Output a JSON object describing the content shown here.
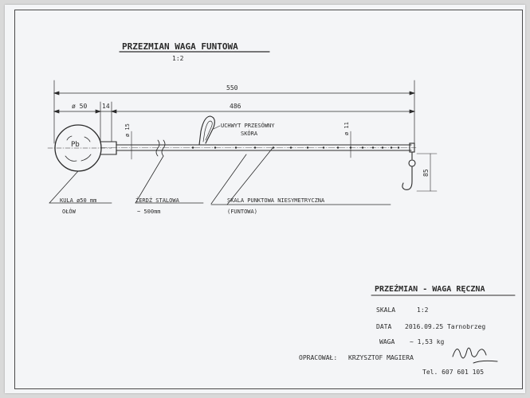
{
  "drawing": {
    "title": "PRZEZMIAN  WAGA FUNTOWA",
    "scale_main": "1:2",
    "dim_total": "550",
    "dim_ball_dia": "ø 50",
    "dim_gap": "14",
    "dim_rod": "486",
    "dim_rod_dia": "ø 15",
    "dim_rod_dia_end": "ø 11",
    "dim_hook": "85",
    "ball_material_mark": "Pb",
    "labels": {
      "handle_line1": "UCHWYT PRZESÓWNY",
      "handle_line2": "SKÓRA",
      "ball_line1": "KULA ø50 mm",
      "ball_line2": "OŁÓW",
      "rod_line1": "ŻERDŹ STALOWA",
      "rod_line2": "~ 500mm",
      "scale_line1": "SKALA PUNKTOWA NIESYMETRYCZNA",
      "scale_line2": "(FUNTOWA)"
    }
  },
  "title_block": {
    "title": "PRZEŹMIAN - WAGA RĘCZNA",
    "scale_label": "SKALA",
    "scale_value": "1:2",
    "date_label": "DATA",
    "date_value": "2016.09.25 Tarnobrzeg",
    "weight_label": "WAGA",
    "weight_value": "~ 1,53 kg",
    "author_label": "OPRACOWAŁ:",
    "author_name": "KRZYSZTOF MAGIERA",
    "phone": "Tel. 607 601 105"
  }
}
